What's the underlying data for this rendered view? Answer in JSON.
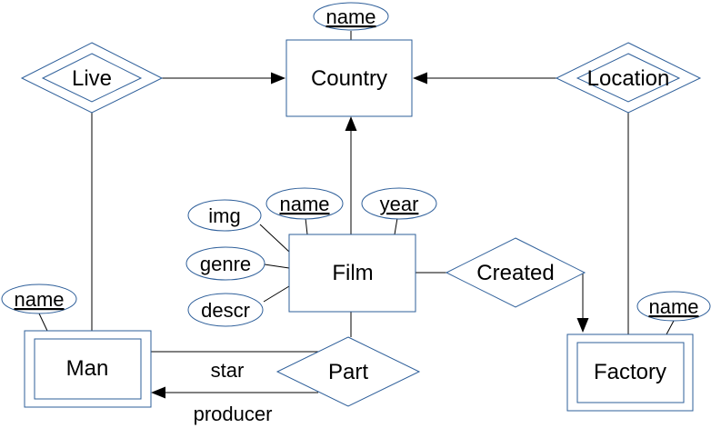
{
  "entities": {
    "country": "Country",
    "film": "Film",
    "man": "Man",
    "factory": "Factory"
  },
  "relationships": {
    "live": "Live",
    "location": "Location",
    "created": "Created",
    "part": "Part"
  },
  "attributes": {
    "country_name": "name",
    "film_img": "img",
    "film_name": "name",
    "film_year": "year",
    "film_genre": "genre",
    "film_descr": "descr",
    "man_name": "name",
    "factory_name": "name"
  },
  "roles": {
    "star": "star",
    "producer": "producer"
  },
  "colors": {
    "shape_stroke": "#2e5f9a",
    "edge": "#000000"
  }
}
